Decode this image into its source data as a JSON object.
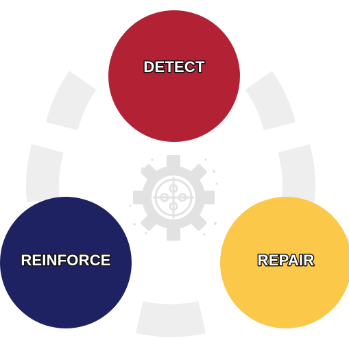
{
  "cycle": {
    "ring_color": "#eeeeee",
    "center_icon_color": "#e2e2e2",
    "center_icon_name": "gear-puzzle-icon",
    "nodes": [
      {
        "id": "detect",
        "label": "DETECT",
        "color": "#b22234"
      },
      {
        "id": "repair",
        "label": "REPAIR",
        "color": "#fcc84a"
      },
      {
        "id": "reinforce",
        "label": "REINFORCE",
        "color": "#1f2262"
      }
    ]
  }
}
